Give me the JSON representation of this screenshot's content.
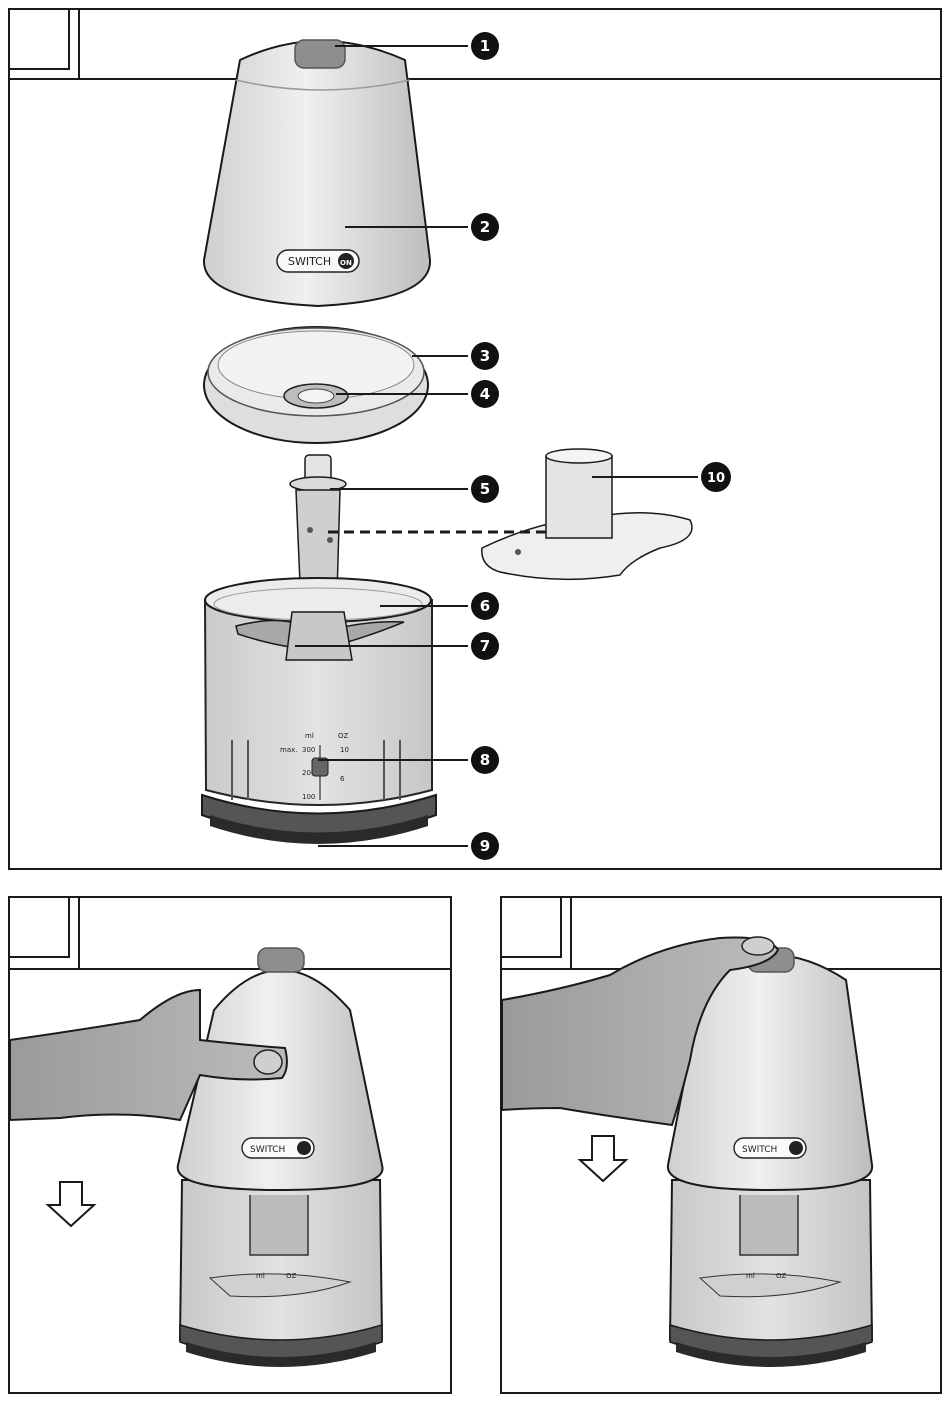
{
  "figure_labels": {
    "a": "",
    "b": "",
    "c": ""
  },
  "brand": {
    "text": "SWITCH",
    "suffix": "ON"
  },
  "callouts": [
    "1",
    "2",
    "3",
    "4",
    "5",
    "6",
    "7",
    "8",
    "9",
    "10"
  ],
  "scale": {
    "unit_left": "ml",
    "unit_right": "OZ",
    "max_label": "max.",
    "ml_values": [
      "300",
      "200",
      "100"
    ],
    "oz_values": [
      "10",
      "6"
    ]
  },
  "colors": {
    "line": "#1a1a1a",
    "body_fill": "#e6e6e6",
    "bowl_fill": "#d9d9d9",
    "base_fill": "#3a3a3a",
    "callout_fill": "#111111"
  },
  "icons": [
    "push-down-arrow-icon",
    "power-on-icon"
  ]
}
